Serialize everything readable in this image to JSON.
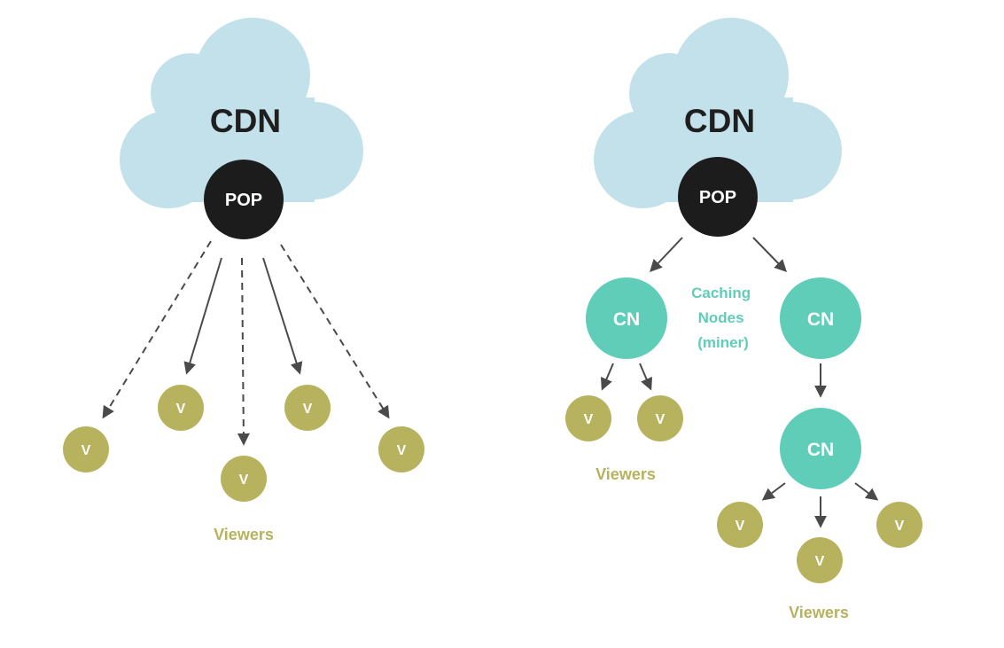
{
  "left": {
    "cloud_label": "CDN",
    "pop_label": "POP",
    "viewer_label": "V",
    "viewers_caption": "Viewers"
  },
  "right": {
    "cloud_label": "CDN",
    "pop_label": "POP",
    "cn_label": "CN",
    "viewer_label": "V",
    "caching_label": [
      "Caching",
      "Nodes",
      "(miner)"
    ],
    "viewers_caption_1": "Viewers",
    "viewers_caption_2": "Viewers"
  },
  "colors": {
    "cloud": "#c3e1ea",
    "pop": "#1c1c1c",
    "caching_node": "#5fcdb8",
    "viewer": "#b7b25d",
    "edge": "#4a4a4a"
  }
}
